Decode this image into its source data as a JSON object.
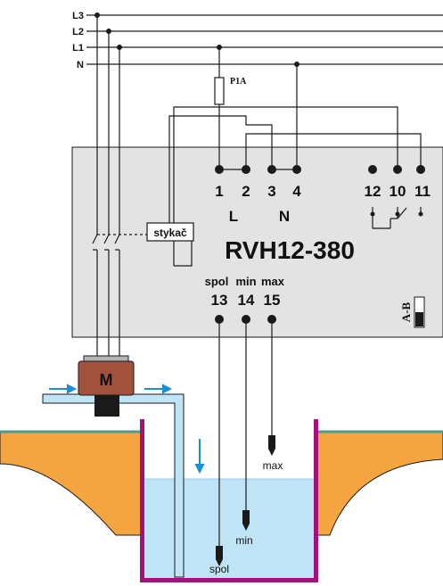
{
  "lines": {
    "l3": "L3",
    "l2": "L2",
    "l1": "L1",
    "n": "N"
  },
  "fuse": {
    "label": "P1A"
  },
  "device": {
    "model": "RVH12-380",
    "contactor_label": "stykač",
    "switch_label": "A-B",
    "terminals": {
      "t1": "1",
      "t2": "2",
      "t3": "3",
      "t4": "4",
      "t12": "12",
      "t10": "10",
      "t11": "11",
      "t13": "13",
      "t14": "14",
      "t15": "15"
    },
    "terminal_labels": {
      "l": "L",
      "n": "N",
      "spol": "spol",
      "min": "min",
      "max": "max"
    }
  },
  "motor": {
    "label": "M"
  },
  "probes": {
    "max": "max",
    "min": "min",
    "spol": "spol"
  },
  "colors": {
    "device_fill": "#e3e3e3",
    "motor_fill": "#a0523d",
    "ground_fill": "#f5a540",
    "water_fill": "#bfe4f5",
    "tank_wall": "#a3127a",
    "arrow_blue": "#1a8fd4",
    "pipe_fill": "#bfe4f5"
  }
}
